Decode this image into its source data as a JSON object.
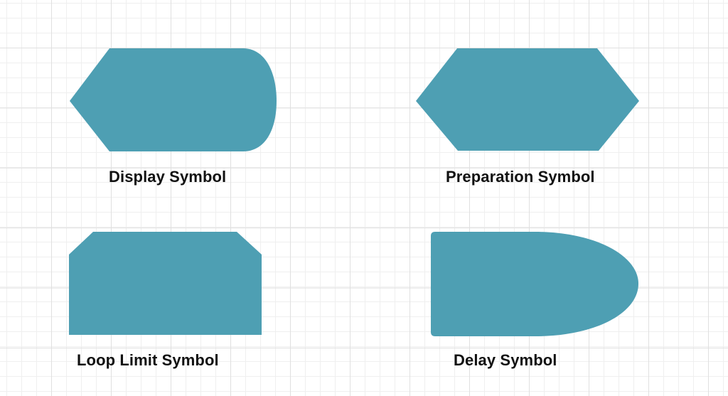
{
  "canvas": {
    "background": "#ffffff",
    "grid_minor_color": "#f0f0f0",
    "grid_major_color": "#e2e2e2",
    "shape_fill": "#4e9fb3",
    "label_color": "#111111"
  },
  "shapes": [
    {
      "id": "display",
      "label": "Display Symbol"
    },
    {
      "id": "preparation",
      "label": "Preparation Symbol"
    },
    {
      "id": "loop-limit",
      "label": "Loop Limit Symbol"
    },
    {
      "id": "delay",
      "label": "Delay Symbol"
    }
  ]
}
